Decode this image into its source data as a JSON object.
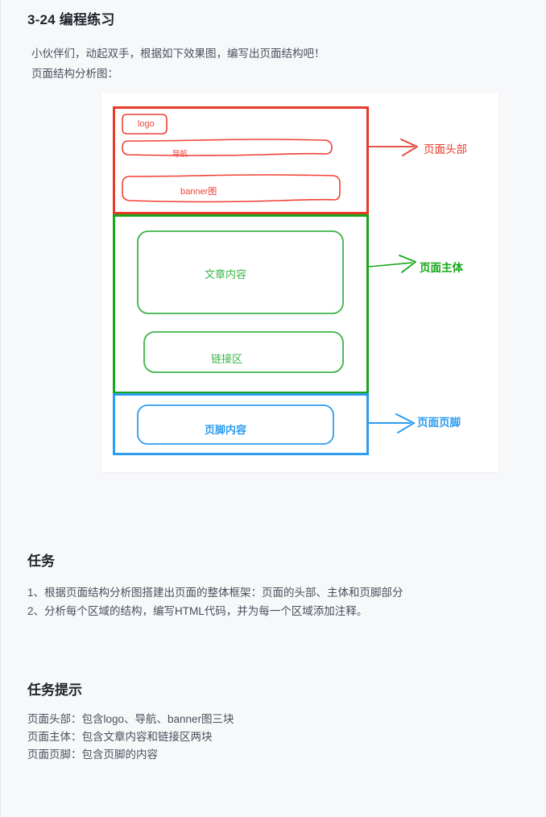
{
  "doc": {
    "title": "3-24 编程练习",
    "intro_line_1": "小伙伴们，动起双手，根据如下效果图，编写出页面结构吧！",
    "intro_line_2": "页面结构分析图："
  },
  "diagram": {
    "header": {
      "label": "页面头部",
      "color": "#e8392b",
      "blocks": [
        {
          "name": "logo",
          "text": "logo"
        },
        {
          "name": "nav",
          "text": "导航"
        },
        {
          "name": "banner",
          "text": "banner图"
        }
      ]
    },
    "body": {
      "label": "页面主体",
      "color": "#17a81a",
      "blocks": [
        {
          "name": "article",
          "text": "文章内容"
        },
        {
          "name": "links",
          "text": "链接区"
        }
      ]
    },
    "footer": {
      "label": "页面页脚",
      "color": "#2d9cf0",
      "blocks": [
        {
          "name": "footer-content",
          "text": "页脚内容"
        }
      ]
    }
  },
  "task": {
    "title": "任务",
    "items": [
      "1、根据页面结构分析图搭建出页面的整体框架：页面的头部、主体和页脚部分",
      "2、分析每个区域的结构，编写HTML代码，并为每一个区域添加注释。"
    ]
  },
  "hint": {
    "title": "任务提示",
    "items": [
      "页面头部：包含logo、导航、banner图三块",
      "页面主体：包含文章内容和链接区两块",
      "页面页脚：包含页脚的内容"
    ]
  },
  "colors": {
    "background": "#f7f8fa",
    "card": "#ffffff",
    "text": "#4a4f5c",
    "heading": "#1f2329",
    "red": "#e8392b",
    "green": "#17a81a",
    "blue": "#2d9cf0"
  }
}
